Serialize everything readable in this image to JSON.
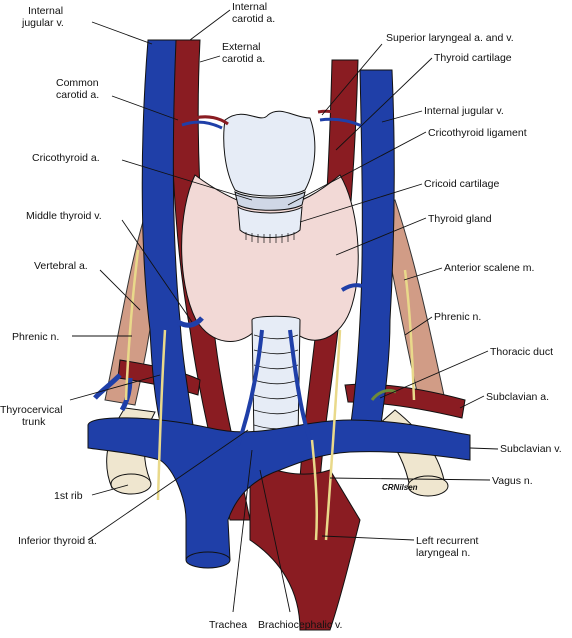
{
  "colors": {
    "vein": "#1f3fa8",
    "artery": "#8a1c22",
    "gland": "#f2d9d6",
    "cartilage": "#e6ecf6",
    "nerve": "#e9d98a",
    "muscle": "#c98b72",
    "bone": "#efe6cf",
    "outline": "#111111"
  },
  "labels": {
    "internal_jugular_v_left": [
      "Internal",
      "jugular v."
    ],
    "internal_carotid_a": [
      "Internal",
      "carotid a."
    ],
    "external_carotid_a": [
      "External",
      "carotid a."
    ],
    "common_carotid_a": [
      "Common",
      "carotid a."
    ],
    "cricothyroid_a": "Cricothyroid a.",
    "middle_thyroid_v": "Middle thyroid v.",
    "vertebral_a": "Vertebral a.",
    "phrenic_n_left": "Phrenic n.",
    "thyrocervical_trunk": [
      "Thyrocervical",
      "trunk"
    ],
    "first_rib": "1st rib",
    "inferior_thyroid_a": "Inferior thyroid a.",
    "trachea": "Trachea",
    "brachiocephalic_v": "Brachiocephalic v.",
    "superior_laryngeal": "Superior laryngeal a. and v.",
    "thyroid_cartilage": "Thyroid cartilage",
    "internal_jugular_v_right": "Internal jugular v.",
    "cricothyroid_ligament": "Cricothyroid ligament",
    "cricoid_cartilage": "Cricoid cartilage",
    "thyroid_gland": "Thyroid gland",
    "anterior_scalene_m": "Anterior scalene m.",
    "phrenic_n_right": "Phrenic n.",
    "thoracic_duct": "Thoracic duct",
    "subclavian_a": "Subclavian a.",
    "subclavian_v": "Subclavian v.",
    "vagus_n": "Vagus n.",
    "left_recurrent_laryngeal_n": [
      "Left recurrent",
      "laryngeal n."
    ]
  },
  "signature": "CRNilsen"
}
